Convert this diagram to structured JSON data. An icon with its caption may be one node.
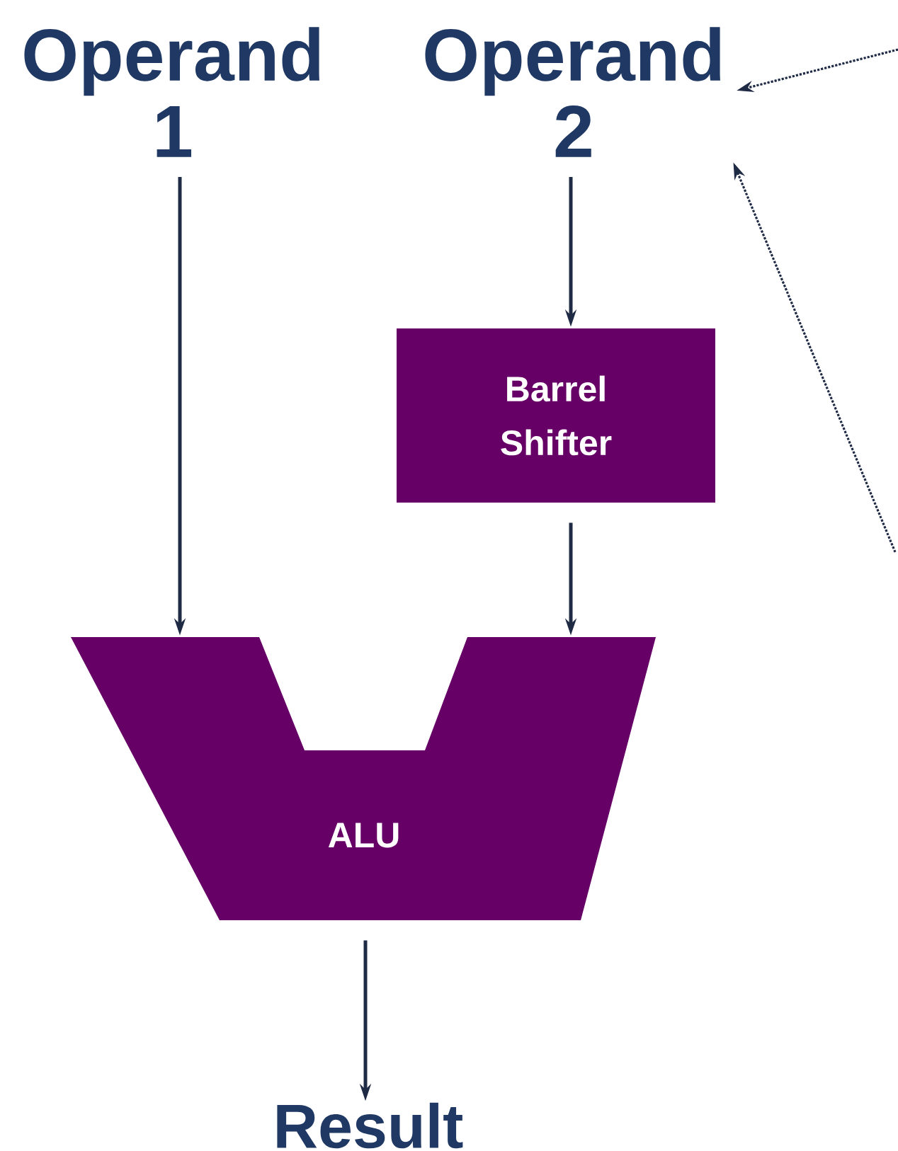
{
  "diagram": {
    "nodes": [
      {
        "text": [
          "Operand 1"
        ]
      },
      {
        "text": [
          "Operand 2"
        ]
      },
      {
        "text": [
          "Barrel Shifter"
        ]
      },
      {
        "text": [
          "ALU"
        ]
      },
      {
        "text": [
          "Result"
        ]
      }
    ],
    "edges": [
      {
        "from": 0,
        "to": 3,
        "arrow": "to"
      },
      {
        "from": 1,
        "to": 2,
        "arrow": "to"
      },
      {
        "from": 2,
        "to": 3,
        "arrow": "to"
      },
      {
        "from": 3,
        "to": 4,
        "arrow": "to"
      },
      {
        "from": null,
        "to": 1,
        "arrow": "to",
        "style": "dashed"
      },
      {
        "from": null,
        "to": 1,
        "arrow": "to",
        "style": "dashed"
      }
    ]
  }
}
